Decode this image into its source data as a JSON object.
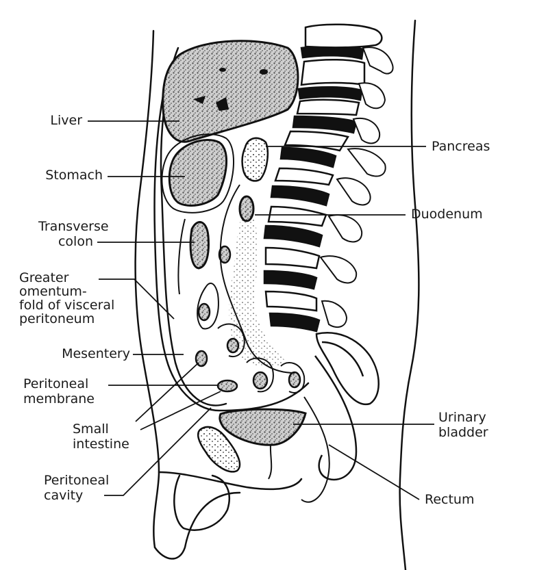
{
  "colors": {
    "ink": "#111111",
    "tissue": "#444444",
    "background": "#ffffff"
  },
  "labels": {
    "liver": "Liver",
    "stomach": "Stomach",
    "transverse_colon_1": "Transverse",
    "transverse_colon_2": "colon",
    "greater_omentum_1": "Greater",
    "greater_omentum_2": "omentum-",
    "greater_omentum_3": "fold of visceral",
    "greater_omentum_4": "peritoneum",
    "mesentery": "Mesentery",
    "peritoneal_membrane_1": "Peritoneal",
    "peritoneal_membrane_2": "membrane",
    "small_intestine_1": "Small",
    "small_intestine_2": "intestine",
    "peritoneal_cavity_1": "Peritoneal",
    "peritoneal_cavity_2": "cavity",
    "pancreas": "Pancreas",
    "duodenum": "Duodenum",
    "urinary_bladder_1": "Urinary",
    "urinary_bladder_2": "bladder",
    "rectum": "Rectum"
  }
}
